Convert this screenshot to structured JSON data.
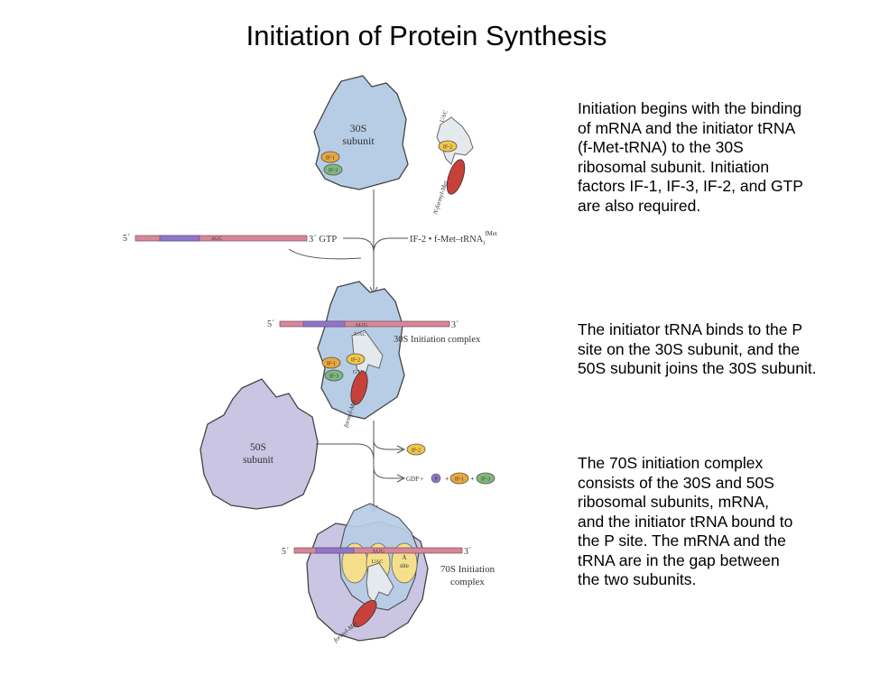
{
  "title": "Initiation of Protein Synthesis",
  "descriptions": {
    "step1": [
      "Initiation begins with the binding",
      "of mRNA and the initiator tRNA",
      "(f-Met-tRNA) to the 30S",
      "ribosomal subunit.  Initiation",
      "factors IF-1, IF-3, IF-2, and GTP",
      "are also required."
    ],
    "step2": [
      "The initiator tRNA binds to the P",
      "site on the 30S subunit, and the",
      "50S subunit joins the 30S subunit."
    ],
    "step3": [
      "The 70S initiation complex",
      "consists of the 30S and 50S",
      "ribosomal subunits, mRNA,",
      "and the initiator tRNA bound to",
      "the P site. The mRNA and the",
      "tRNA are in the gap between",
      "the two subunits."
    ]
  },
  "diagram": {
    "subunit_30s_line1": "30S",
    "subunit_30s_line2": "subunit",
    "subunit_50s_line1": "50S",
    "subunit_50s_line2": "subunit",
    "if1": "IF-1",
    "if2": "IF-2",
    "if3": "IF-3",
    "anticodon": "UAC",
    "codon": "AUG",
    "five_prime": "5´",
    "three_prime": "3´",
    "gtp_label": "3´ GTP",
    "if2_fmet_prefix": "IF-2 • f-Met–tRNA",
    "if2_fmet_sub": "i",
    "if2_fmet_sup": "fMet",
    "init_complex_30s": "30S Initiation complex",
    "gdp_label": "GDP +",
    "p_label": "P",
    "plus": "+",
    "init_complex_70s_line1": "70S Initiation",
    "init_complex_70s_line2": "complex",
    "a_site_line1": "A",
    "a_site_line2": "site",
    "nformylmet": "N-formyl-Met",
    "formylmet": "formyl-Met",
    "gtp_small": "GTP",
    "colors": {
      "subunit_30s": "#b7cde6",
      "subunit_50s": "#c9c5e2",
      "mrna": "#d7879a",
      "codon_band": "#8f76c8",
      "if_orange": "#e8a93c",
      "if_green": "#7fb87f",
      "if_yellow": "#f2c64b",
      "trna": "#e4e9ee",
      "met": "#c8403a",
      "site_yellow": "#f5df8c"
    }
  }
}
